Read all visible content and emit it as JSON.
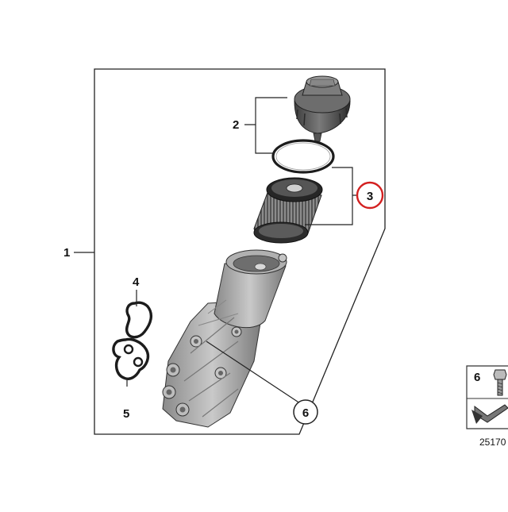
{
  "diagram": {
    "callouts": {
      "c1": "1",
      "c2": "2",
      "c3": "3",
      "c4": "4",
      "c5": "5",
      "c6": "6"
    },
    "legend": {
      "number": "6"
    },
    "reference_number": "25170",
    "highlight_color": "#d32020",
    "line_color": "#222222"
  }
}
